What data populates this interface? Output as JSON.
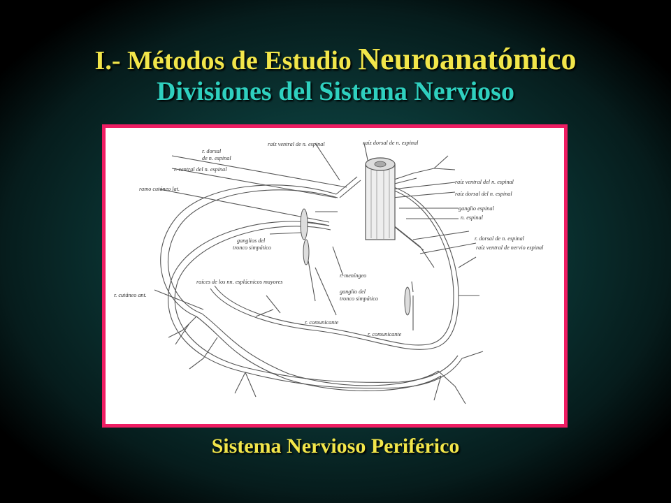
{
  "title": {
    "line1_prefix": "I.- Métodos de Estudio ",
    "line1_emphasis": "Neuroanatómico",
    "line2": "Divisiones del Sistema Nervioso"
  },
  "figure": {
    "labels": {
      "raiz_ventral_top": "raíz ventral de n. espinal",
      "raiz_dorsal_top": "raíz dorsal de n. espinal",
      "r_dorsal_1": "r. dorsal",
      "r_dorsal_2": "de n. espinal",
      "r_ventral": "r. ventral del n. espinal",
      "ramo_cutaneo_lat": "ramo cutáneo lat.",
      "raiz_ventral_right": "raíz ventral del n. espinal",
      "raiz_dorsal_right": "raíz dorsal del n. espinal",
      "ganglio_espinal": "ganglio espinal",
      "n_espinal": "n. espinal",
      "r_dorsal_right": "r. dorsal de n. espinal",
      "raiz_ventral_nervio": "raíz ventral de nervio espinal",
      "ganglios_tronco_1": "ganglios del",
      "ganglios_tronco_2": "tronco simpático",
      "r_meningeo": "r. meníngeo",
      "raices_esplacnicos": "raíces de los nn. esplácnicos mayores",
      "ganglio_tronco_1": "ganglio del",
      "ganglio_tronco_2": "tronco simpático",
      "r_cutaneo_ant": "r. cutáneo ant.",
      "r_comunicante_1": "r. comunicante",
      "r_comunicante_2": "r. comunicante"
    }
  },
  "caption": "Sistema Nervioso Periférico",
  "colors": {
    "title_yellow": "#f2e64a",
    "title_teal": "#2fd0bf",
    "frame_pink": "#ef1d63"
  }
}
